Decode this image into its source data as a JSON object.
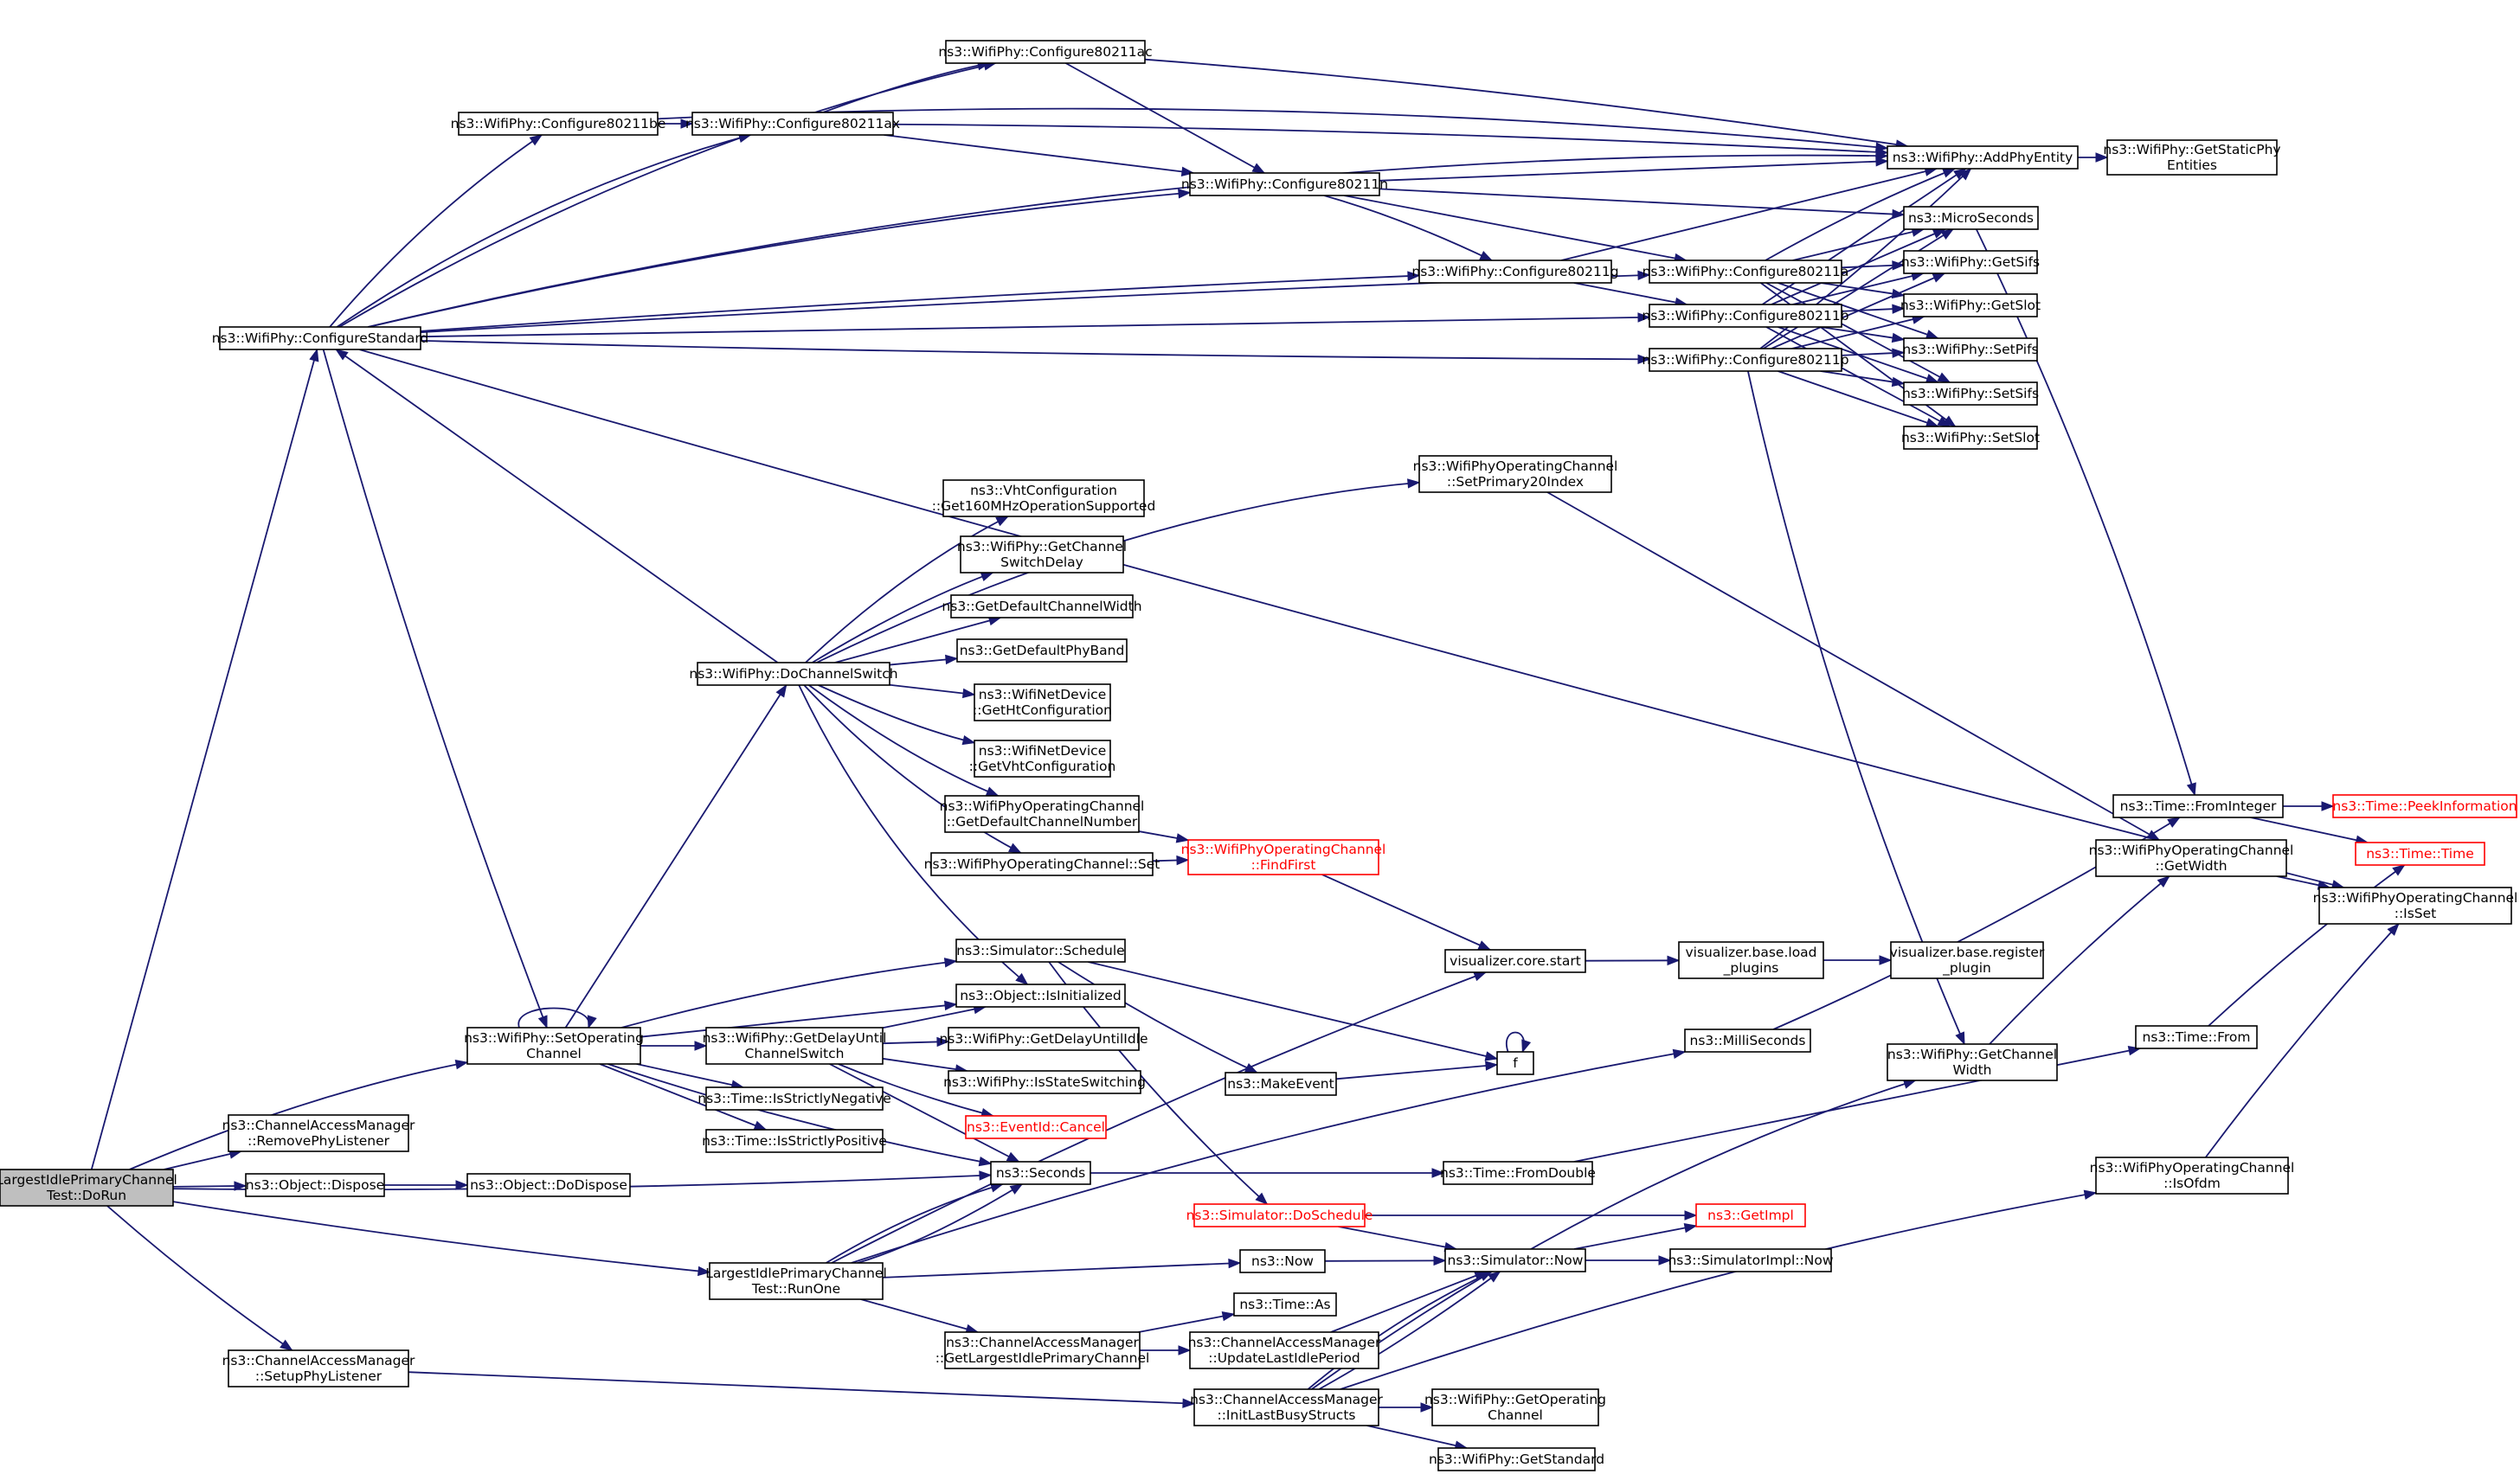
{
  "diagram": {
    "colors": {
      "edge": "#191970",
      "node_border": "#000000",
      "node_border_highlight": "#ff0000",
      "root_fill": "#bfbfbf"
    },
    "nodes": [
      {
        "id": "root",
        "lines": [
          "LargestIdlePrimaryChannel",
          "Test::DoRun"
        ],
        "style": "root"
      },
      {
        "id": "cfgStd",
        "lines": [
          "ns3::WifiPhy::ConfigureStandard"
        ]
      },
      {
        "id": "cfgBe",
        "lines": [
          "ns3::WifiPhy::Configure80211be"
        ]
      },
      {
        "id": "cfgAc",
        "lines": [
          "ns3::WifiPhy::Configure80211ac"
        ]
      },
      {
        "id": "cfgAx",
        "lines": [
          "ns3::WifiPhy::Configure80211ax"
        ]
      },
      {
        "id": "cfgN",
        "lines": [
          "ns3::WifiPhy::Configure80211n"
        ]
      },
      {
        "id": "cfgG",
        "lines": [
          "ns3::WifiPhy::Configure80211g"
        ]
      },
      {
        "id": "cfgA",
        "lines": [
          "ns3::WifiPhy::Configure80211a"
        ]
      },
      {
        "id": "cfgB",
        "lines": [
          "ns3::WifiPhy::Configure80211b"
        ]
      },
      {
        "id": "cfgP",
        "lines": [
          "ns3::WifiPhy::Configure80211p"
        ]
      },
      {
        "id": "addPhy",
        "lines": [
          "ns3::WifiPhy::AddPhyEntity"
        ]
      },
      {
        "id": "getStatic",
        "lines": [
          "ns3::WifiPhy::GetStaticPhy",
          "Entities"
        ]
      },
      {
        "id": "micro",
        "lines": [
          "ns3::MicroSeconds"
        ]
      },
      {
        "id": "getSifs",
        "lines": [
          "ns3::WifiPhy::GetSifs"
        ]
      },
      {
        "id": "getSlot",
        "lines": [
          "ns3::WifiPhy::GetSlot"
        ]
      },
      {
        "id": "setPifs",
        "lines": [
          "ns3::WifiPhy::SetPifs"
        ]
      },
      {
        "id": "setSifs",
        "lines": [
          "ns3::WifiPhy::SetSifs"
        ]
      },
      {
        "id": "setSlot",
        "lines": [
          "ns3::WifiPhy::SetSlot"
        ]
      },
      {
        "id": "setPrim",
        "lines": [
          "ns3::WifiPhyOperatingChannel",
          "::SetPrimary20Index"
        ]
      },
      {
        "id": "vht160",
        "lines": [
          "ns3::VhtConfiguration",
          "::Get160MHzOperationSupported"
        ]
      },
      {
        "id": "chSwDelay",
        "lines": [
          "ns3::WifiPhy::GetChannel",
          "SwitchDelay"
        ]
      },
      {
        "id": "defW",
        "lines": [
          "ns3::GetDefaultChannelWidth"
        ]
      },
      {
        "id": "defBand",
        "lines": [
          "ns3::GetDefaultPhyBand"
        ]
      },
      {
        "id": "doChSw",
        "lines": [
          "ns3::WifiPhy::DoChannelSwitch"
        ]
      },
      {
        "id": "htCfg",
        "lines": [
          "ns3::WifiNetDevice",
          "::GetHtConfiguration"
        ]
      },
      {
        "id": "vhtCfg",
        "lines": [
          "ns3::WifiNetDevice",
          "::GetVhtConfiguration"
        ]
      },
      {
        "id": "defNum",
        "lines": [
          "ns3::WifiPhyOperatingChannel",
          "::GetDefaultChannelNumber"
        ]
      },
      {
        "id": "chSet",
        "lines": [
          "ns3::WifiPhyOperatingChannel::Set"
        ]
      },
      {
        "id": "findFirst",
        "lines": [
          "ns3::WifiPhyOperatingChannel",
          "::FindFirst"
        ],
        "style": "red"
      },
      {
        "id": "fromInt",
        "lines": [
          "ns3::Time::FromInteger"
        ]
      },
      {
        "id": "peek",
        "lines": [
          "ns3::Time::PeekInformation"
        ],
        "style": "red"
      },
      {
        "id": "time",
        "lines": [
          "ns3::Time::Time"
        ],
        "style": "red"
      },
      {
        "id": "opGetW",
        "lines": [
          "ns3::WifiPhyOperatingChannel",
          "::GetWidth"
        ]
      },
      {
        "id": "isSet",
        "lines": [
          "ns3::WifiPhyOperatingChannel",
          "::IsSet"
        ]
      },
      {
        "id": "vizStart",
        "lines": [
          "visualizer.core.start"
        ]
      },
      {
        "id": "vizLoad",
        "lines": [
          "visualizer.base.load",
          "_plugins"
        ]
      },
      {
        "id": "vizReg",
        "lines": [
          "visualizer.base.register",
          "_plugin"
        ]
      },
      {
        "id": "sched",
        "lines": [
          "ns3::Simulator::Schedule"
        ]
      },
      {
        "id": "isInit",
        "lines": [
          "ns3::Object::IsInitialized"
        ]
      },
      {
        "id": "setOp",
        "lines": [
          "ns3::WifiPhy::SetOperating",
          "Channel"
        ]
      },
      {
        "id": "delay",
        "lines": [
          "ns3::WifiPhy::GetDelayUntil",
          "ChannelSwitch"
        ]
      },
      {
        "id": "delayIdle",
        "lines": [
          "ns3::WifiPhy::GetDelayUntilIdle"
        ]
      },
      {
        "id": "stateSw",
        "lines": [
          "ns3::WifiPhy::IsStateSwitching"
        ]
      },
      {
        "id": "cancel",
        "lines": [
          "ns3::EventId::Cancel"
        ],
        "style": "red"
      },
      {
        "id": "f",
        "lines": [
          "f"
        ]
      },
      {
        "id": "makeEv",
        "lines": [
          "ns3::MakeEvent"
        ]
      },
      {
        "id": "milli",
        "lines": [
          "ns3::MilliSeconds"
        ]
      },
      {
        "id": "phyGetW",
        "lines": [
          "ns3::WifiPhy::GetChannel",
          "Width"
        ]
      },
      {
        "id": "timeFrom",
        "lines": [
          "ns3::Time::From"
        ]
      },
      {
        "id": "strictNeg",
        "lines": [
          "ns3::Time::IsStrictlyNegative"
        ]
      },
      {
        "id": "strictPos",
        "lines": [
          "ns3::Time::IsStrictlyPositive"
        ]
      },
      {
        "id": "removeL",
        "lines": [
          "ns3::ChannelAccessManager",
          "::RemovePhyListener"
        ]
      },
      {
        "id": "dispose",
        "lines": [
          "ns3::Object::Dispose"
        ]
      },
      {
        "id": "doDispose",
        "lines": [
          "ns3::Object::DoDispose"
        ]
      },
      {
        "id": "seconds",
        "lines": [
          "ns3::Seconds"
        ]
      },
      {
        "id": "fromDouble",
        "lines": [
          "ns3::Time::FromDouble"
        ]
      },
      {
        "id": "isOfdm",
        "lines": [
          "ns3::WifiPhyOperatingChannel",
          "::IsOfdm"
        ]
      },
      {
        "id": "doSched",
        "lines": [
          "ns3::Simulator::DoSchedule"
        ],
        "style": "red"
      },
      {
        "id": "getImpl",
        "lines": [
          "ns3::GetImpl"
        ],
        "style": "red"
      },
      {
        "id": "runOne",
        "lines": [
          "LargestIdlePrimaryChannel",
          "Test::RunOne"
        ]
      },
      {
        "id": "now",
        "lines": [
          "ns3::Now"
        ]
      },
      {
        "id": "simNow",
        "lines": [
          "ns3::Simulator::Now"
        ]
      },
      {
        "id": "implNow",
        "lines": [
          "ns3::SimulatorImpl::Now"
        ]
      },
      {
        "id": "timeAs",
        "lines": [
          "ns3::Time::As"
        ]
      },
      {
        "id": "largest",
        "lines": [
          "ns3::ChannelAccessManager",
          "::GetLargestIdlePrimaryChannel"
        ]
      },
      {
        "id": "updLast",
        "lines": [
          "ns3::ChannelAccessManager",
          "::UpdateLastIdlePeriod"
        ]
      },
      {
        "id": "setupL",
        "lines": [
          "ns3::ChannelAccessManager",
          "::SetupPhyListener"
        ]
      },
      {
        "id": "initBusy",
        "lines": [
          "ns3::ChannelAccessManager",
          "::InitLastBusyStructs"
        ]
      },
      {
        "id": "getOpCh",
        "lines": [
          "ns3::WifiPhy::GetOperating",
          "Channel"
        ]
      },
      {
        "id": "getStd",
        "lines": [
          "ns3::WifiPhy::GetStandard"
        ]
      }
    ]
  }
}
